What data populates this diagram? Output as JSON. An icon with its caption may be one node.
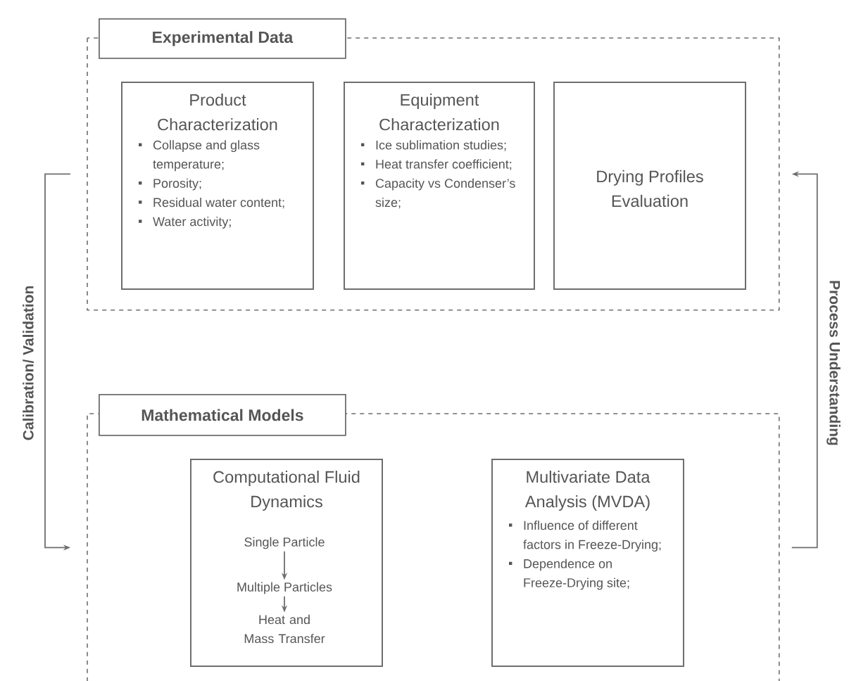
{
  "diagram": {
    "nodes": [
      {
        "text": [
          "Experimental Data"
        ]
      },
      {
        "text": [
          "Product Characterization",
          "Collapse and glass temperature;",
          "Porosity;",
          "Residual water content;",
          "Water activity;"
        ],
        "in": 0
      },
      {
        "text": [
          "Equipment Characterization",
          "Ice sublimation studies;",
          "Heat transfer coefficient;",
          "Capacity vs Condenser’s size;"
        ],
        "in": 0
      },
      {
        "text": [
          "Drying Profiles Evaluation"
        ],
        "in": 0
      },
      {
        "text": [
          "Mathematical Models"
        ]
      },
      {
        "text": [
          "Computational Fluid Dynamics"
        ],
        "in": 4
      },
      {
        "text": [
          "Multivariate Data Analysis (MVDA)",
          "Influence of different factors in Freeze-Drying;",
          "Dependence on Freeze-Drying site;"
        ],
        "in": 4
      },
      {
        "text": [
          "Single Particle"
        ],
        "in": 5
      },
      {
        "text": [
          "Multiple Particles"
        ],
        "in": 5
      },
      {
        "text": [
          "Heat and Mass Transfer"
        ],
        "in": 5
      }
    ],
    "edges": [
      {
        "from": 0,
        "to": 4,
        "arrow": "to",
        "label": "Calibration/ Validation"
      },
      {
        "from": 4,
        "to": 0,
        "arrow": "to",
        "label": "Process Understanding"
      },
      {
        "from": 7,
        "to": 8,
        "arrow": "to"
      },
      {
        "from": 8,
        "to": 9,
        "arrow": "to"
      }
    ]
  }
}
